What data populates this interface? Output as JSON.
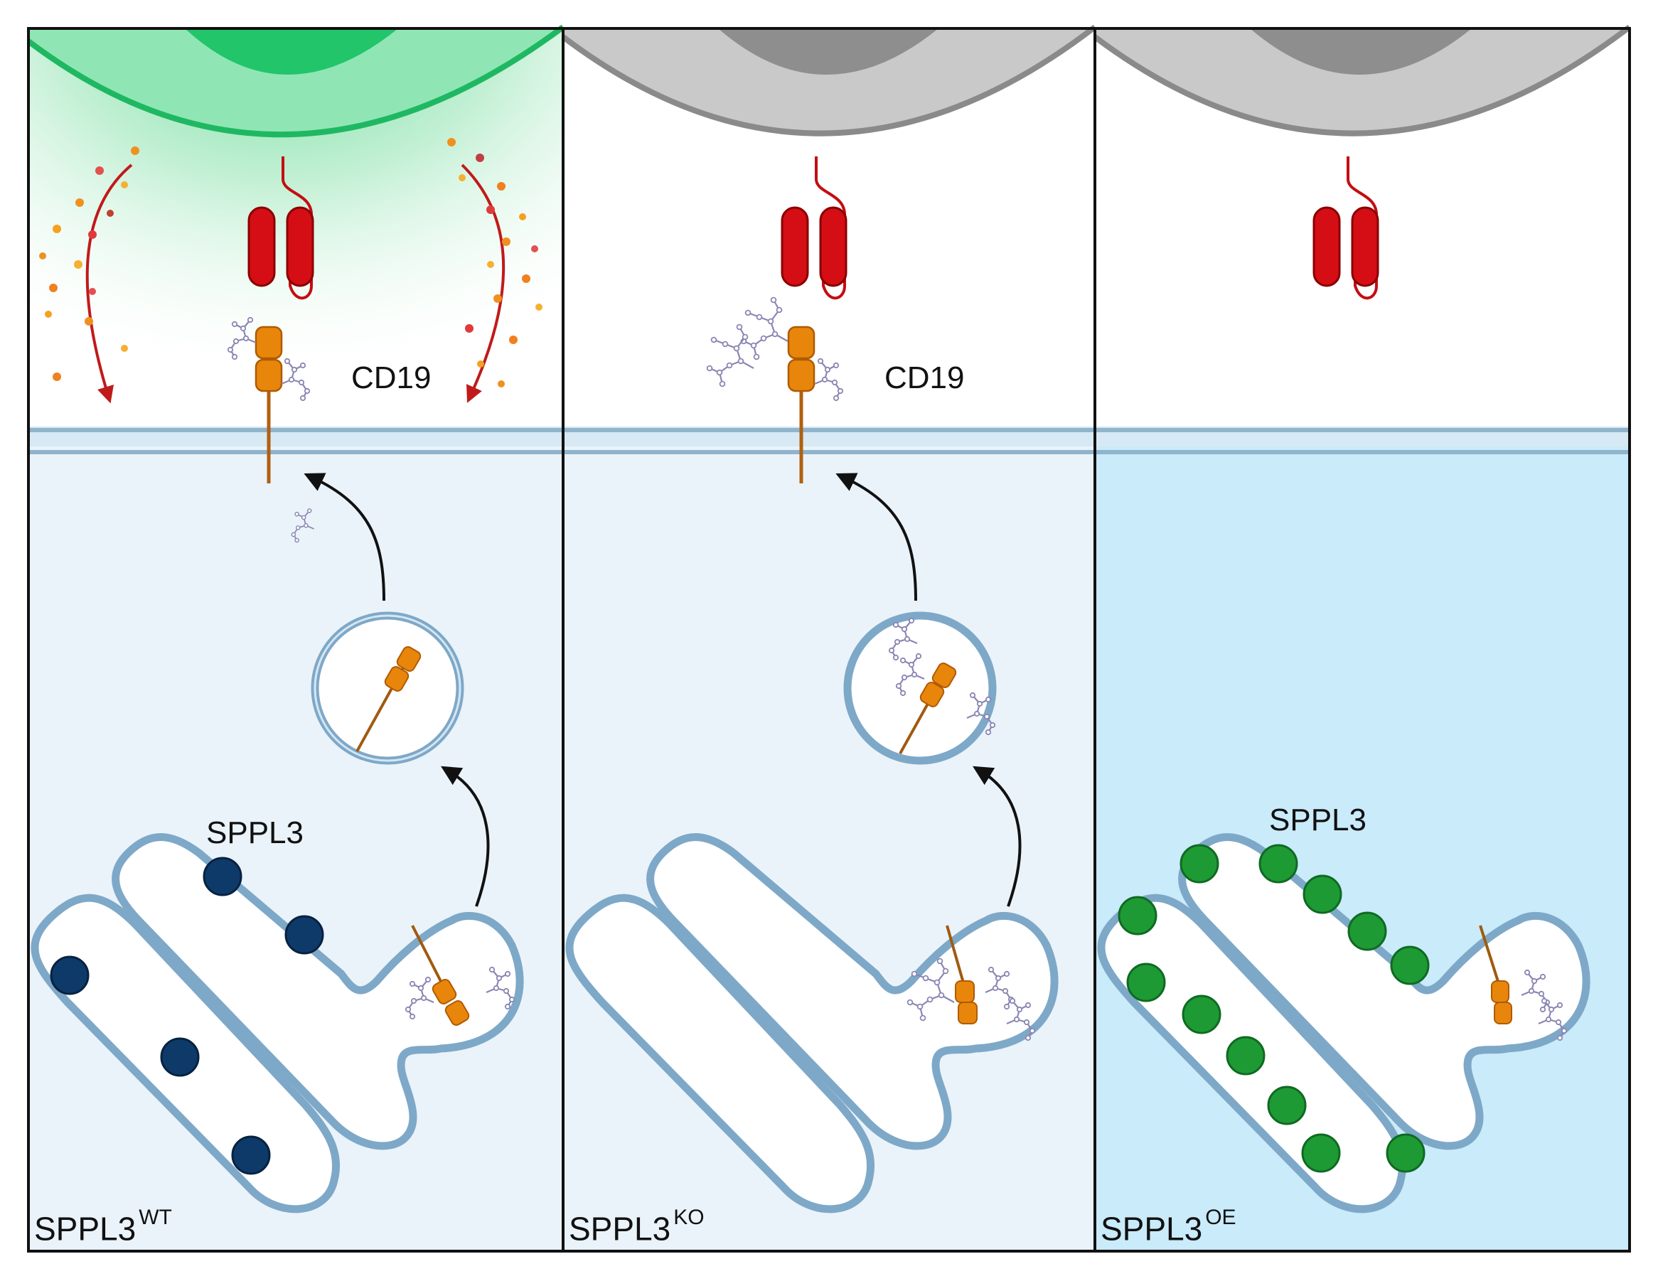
{
  "panels": [
    {
      "id": "wt",
      "label_main": "SPPL3",
      "label_sup": "WT",
      "cd19": "CD19",
      "sppl3": "SPPL3"
    },
    {
      "id": "ko",
      "label_main": "SPPL3",
      "label_sup": "KO",
      "cd19": "CD19"
    },
    {
      "id": "oe",
      "label_main": "SPPL3",
      "label_sup": "OE",
      "sppl3": "SPPL3"
    }
  ],
  "colors": {
    "effector_active": "#2fc46a",
    "effector_inactive": "#9a9a9a",
    "receptor": "#d40e14",
    "cd19": "#e8860c",
    "membrane": "#8fb4cc",
    "sppl3_wt": "#0e3a6a",
    "sppl3_oe": "#1e9a34",
    "cytokine_arrow": "#c01a1a",
    "cytoplasm": "#eaf3fa",
    "cytoplasm_oe": "#c9ebfa"
  },
  "icons": [
    "effector-cell",
    "car-receptor",
    "cd19-receptor",
    "glycan-chain",
    "vesicle",
    "golgi-apparatus",
    "sppl3-protease",
    "cytokine-dot",
    "trafficking-arrow"
  ]
}
